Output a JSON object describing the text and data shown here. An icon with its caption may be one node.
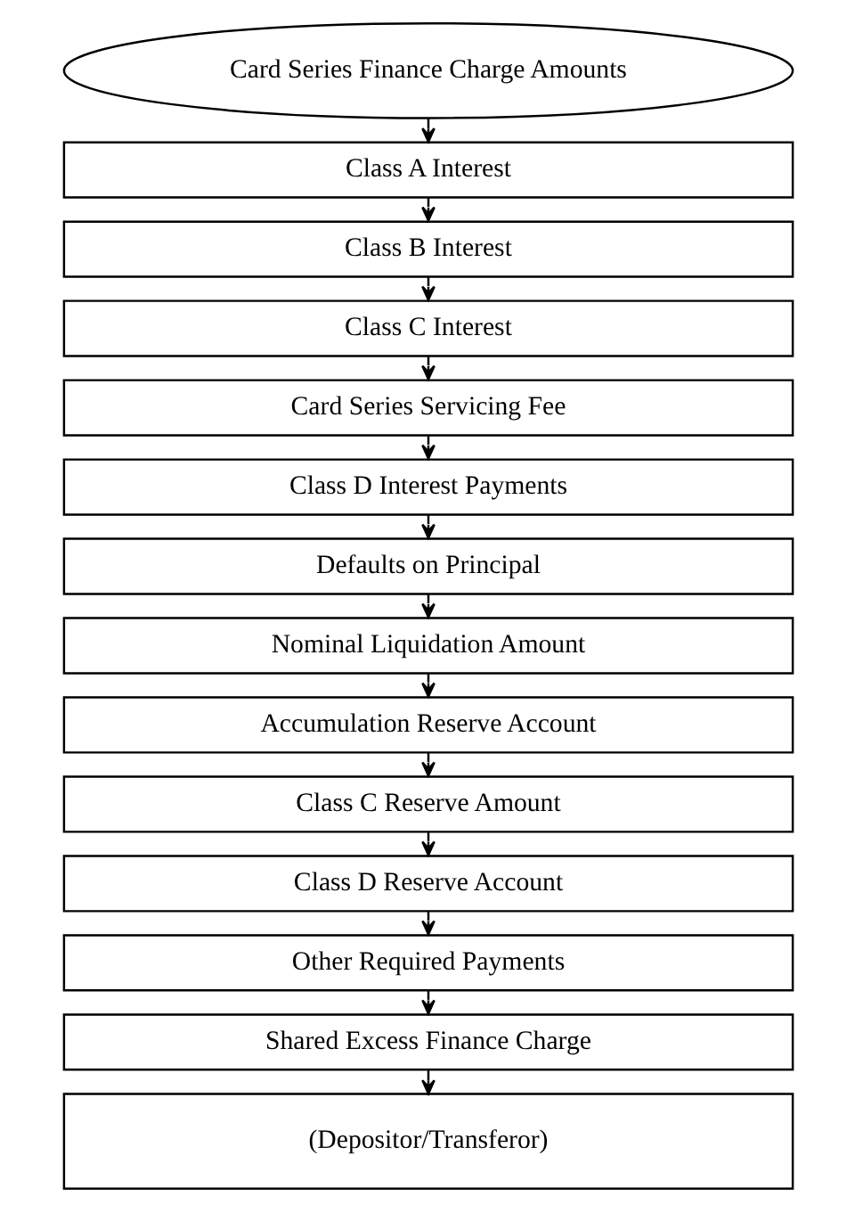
{
  "diagram": {
    "nodes": [
      {
        "text": [
          "Card Series Finance Charge Amounts"
        ]
      },
      {
        "text": [
          "Class A Interest"
        ]
      },
      {
        "text": [
          "Class B Interest"
        ]
      },
      {
        "text": [
          "Class C Interest"
        ]
      },
      {
        "text": [
          "Card Series Servicing Fee"
        ]
      },
      {
        "text": [
          "Class D Interest Payments"
        ]
      },
      {
        "text": [
          "Defaults on Principal"
        ]
      },
      {
        "text": [
          "Nominal Liquidation Amount"
        ]
      },
      {
        "text": [
          "Accumulation Reserve Account"
        ]
      },
      {
        "text": [
          "Class C Reserve Amount"
        ]
      },
      {
        "text": [
          "Class D Reserve Account"
        ]
      },
      {
        "text": [
          "Other Required Payments"
        ]
      },
      {
        "text": [
          "Shared Excess Finance Charge"
        ]
      },
      {
        "text": [
          "(Depositor/Transferor)"
        ]
      }
    ],
    "edges": [
      {
        "from": 0,
        "to": 1,
        "arrow": "to"
      },
      {
        "from": 1,
        "to": 2,
        "arrow": "to"
      },
      {
        "from": 2,
        "to": 3,
        "arrow": "to"
      },
      {
        "from": 3,
        "to": 4,
        "arrow": "to"
      },
      {
        "from": 4,
        "to": 5,
        "arrow": "to"
      },
      {
        "from": 5,
        "to": 6,
        "arrow": "to"
      },
      {
        "from": 6,
        "to": 7,
        "arrow": "to"
      },
      {
        "from": 7,
        "to": 8,
        "arrow": "to"
      },
      {
        "from": 8,
        "to": 9,
        "arrow": "to"
      },
      {
        "from": 9,
        "to": 10,
        "arrow": "to"
      },
      {
        "from": 10,
        "to": 11,
        "arrow": "to"
      },
      {
        "from": 11,
        "to": 12,
        "arrow": "to"
      },
      {
        "from": 12,
        "to": 13,
        "arrow": "to"
      }
    ]
  }
}
